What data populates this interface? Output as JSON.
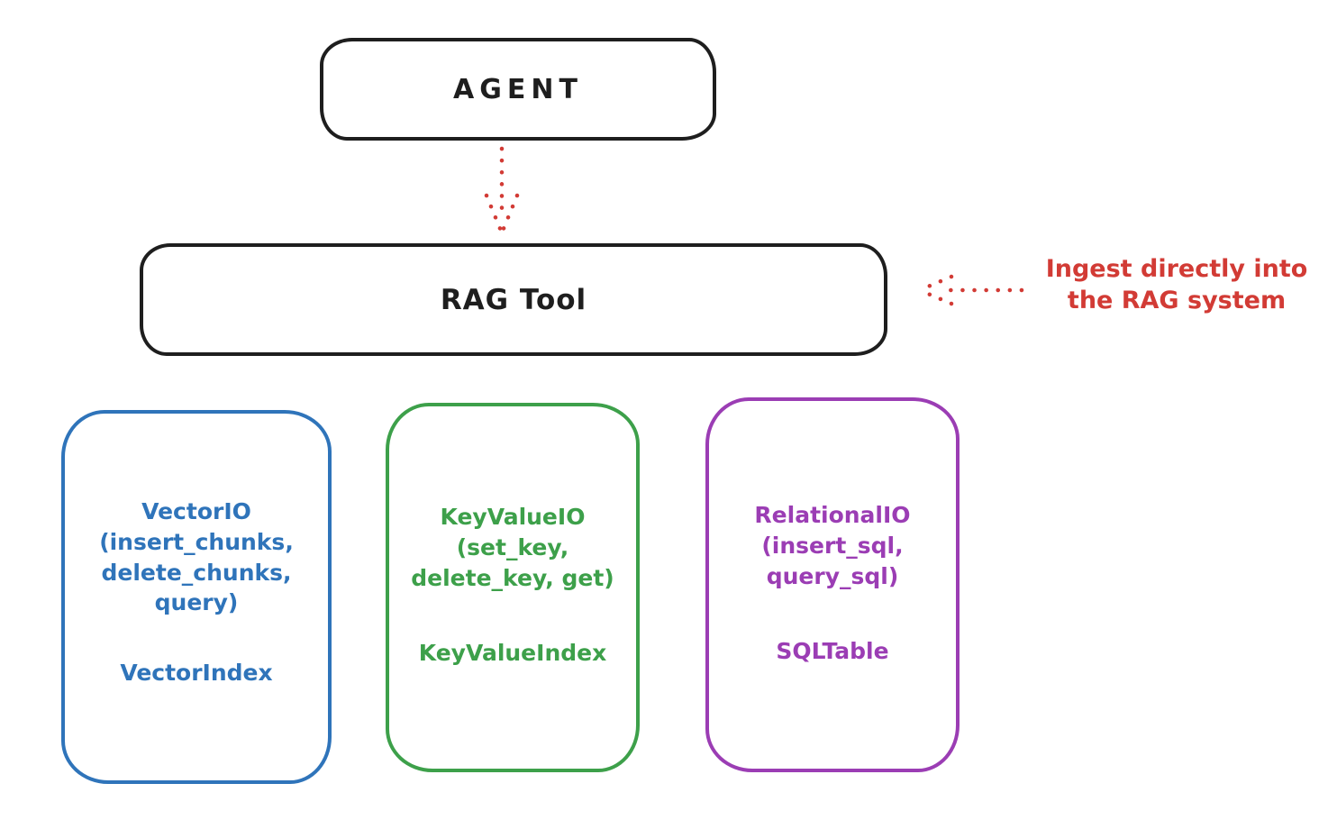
{
  "canvas": {
    "background": "#ffffff"
  },
  "colors": {
    "stroke_black": "#1e1e1e",
    "accent_red": "#d23b35",
    "vector_blue": "#2f74ba",
    "keyvalue_green": "#3da04a",
    "relational_purple": "#9b3db4"
  },
  "agent_node": {
    "label": "AGENT"
  },
  "rag_node": {
    "label": "RAG Tool"
  },
  "annotation": {
    "text": "Ingest directly into\nthe RAG system",
    "color": "#d23b35"
  },
  "arrows": [
    {
      "name": "agent-to-rag",
      "style": "dotted",
      "direction": "down",
      "color": "#d23b35"
    },
    {
      "name": "ingest-into-rag",
      "style": "dotted",
      "direction": "left",
      "color": "#d23b35"
    }
  ],
  "backend_nodes": [
    {
      "name": "vector",
      "color": "#2f74ba",
      "signature": "VectorIO\n(insert_chunks,\ndelete_chunks,\nquery)",
      "index_label": "VectorIndex"
    },
    {
      "name": "keyvalue",
      "color": "#3da04a",
      "signature": "KeyValueIO\n(set_key,\ndelete_key, get)",
      "index_label": "KeyValueIndex"
    },
    {
      "name": "relational",
      "color": "#9b3db4",
      "signature": "RelationalIO\n(insert_sql,\nquery_sql)",
      "index_label": "SQLTable"
    }
  ]
}
